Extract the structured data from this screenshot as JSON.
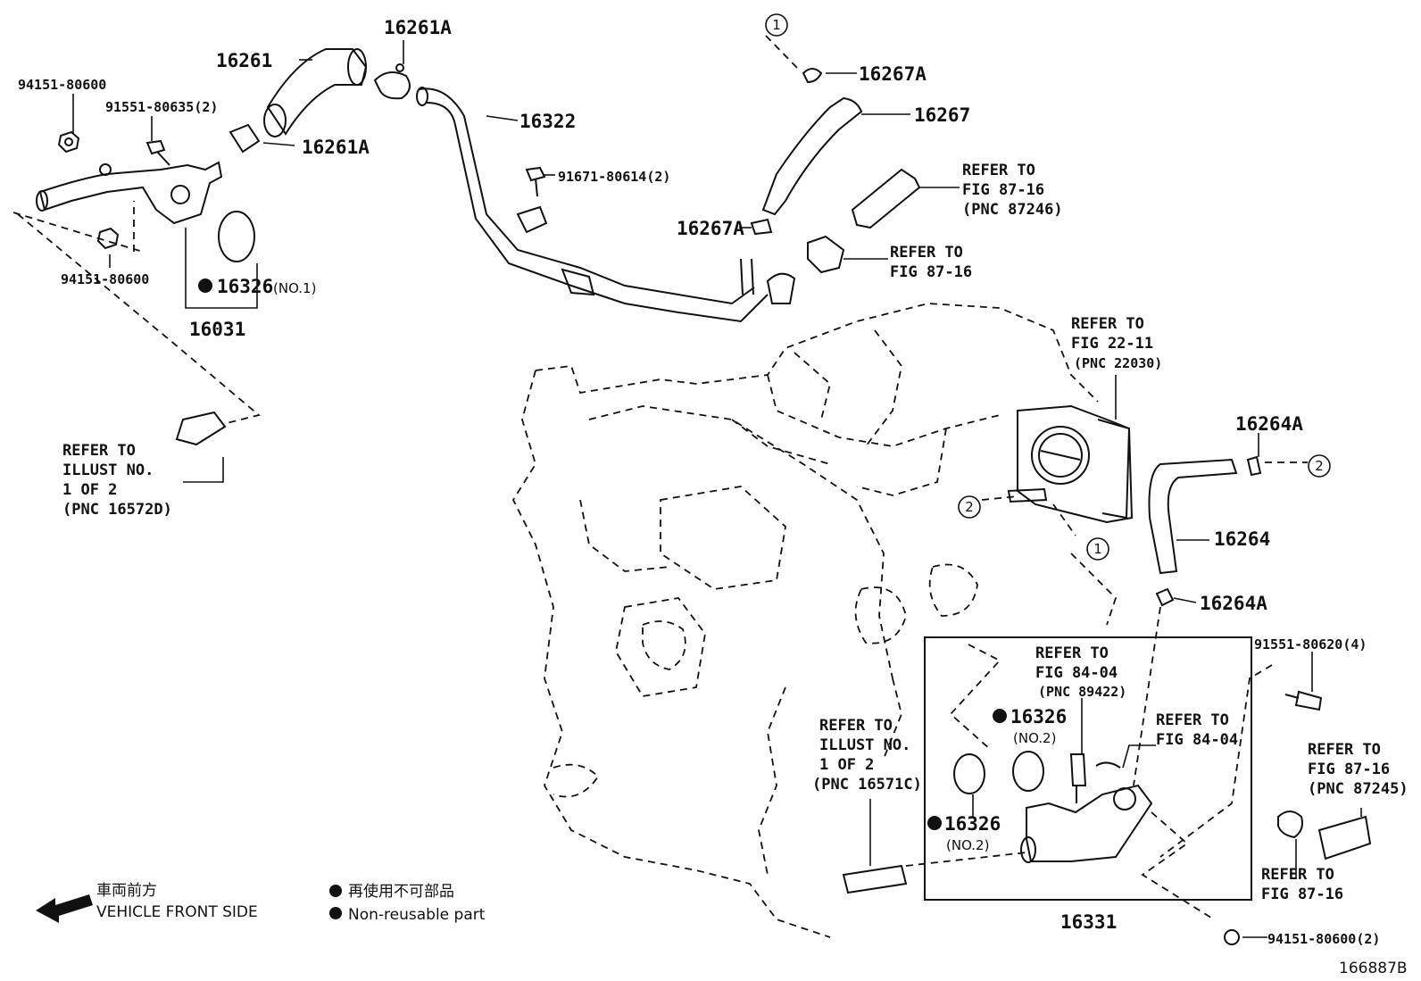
{
  "diagram_id": "166887B",
  "parts": {
    "p16261": "16261",
    "p16261A_top": "16261A",
    "p16261A_mid": "16261A",
    "p16322": "16322",
    "p16267A_top": "16267A",
    "p16267": "16267",
    "p16267A_mid": "16267A",
    "p94151_top": "94151-80600",
    "p91551_80635": "91551-80635(2)",
    "p94151_mid": "94151-80600",
    "p91671": "91671-80614(2)",
    "p16326_no1": "16326",
    "p16326_no1_sub": "(NO.1)",
    "p16031": "16031",
    "p16264A_top": "16264A",
    "p16264": "16264",
    "p16264A_bot": "16264A",
    "p91551_80620": "91551-80620(4)",
    "p16326_no2a": "16326",
    "p16326_no2a_sub": "(NO.2)",
    "p16326_no2b": "16326",
    "p16326_no2b_sub": "(NO.2)",
    "p16331": "16331",
    "p94151_bot": "94151-80600(2)",
    "callout1": "1",
    "callout2": "2"
  },
  "refs": {
    "r1": [
      "REFER TO",
      "FIG 87-16",
      "(PNC 87246)"
    ],
    "r2": [
      "REFER TO",
      "FIG 87-16"
    ],
    "r3": [
      "REFER TO",
      "FIG 22-11",
      "(PNC 22030)"
    ],
    "r4": [
      "REFER TO",
      "ILLUST NO.",
      "1 OF 2",
      "(PNC 16572D)"
    ],
    "r5": [
      "REFER TO",
      "FIG 84-04",
      "(PNC 89422)"
    ],
    "r6": [
      "REFER TO",
      "FIG 84-04"
    ],
    "r7": [
      "REFER TO",
      "ILLUST NO.",
      "1 OF 2",
      "(PNC 16571C)"
    ],
    "r8": [
      "REFER TO",
      "FIG 87-16",
      "(PNC 87245)"
    ],
    "r9": [
      "REFER TO",
      "FIG 87-16"
    ]
  },
  "legend": {
    "front_jp": "車両前方",
    "front_en": "VEHICLE FRONT SIDE",
    "nonreuse_jp": "再使用不可部品",
    "nonreuse_en": "Non-reusable part"
  }
}
